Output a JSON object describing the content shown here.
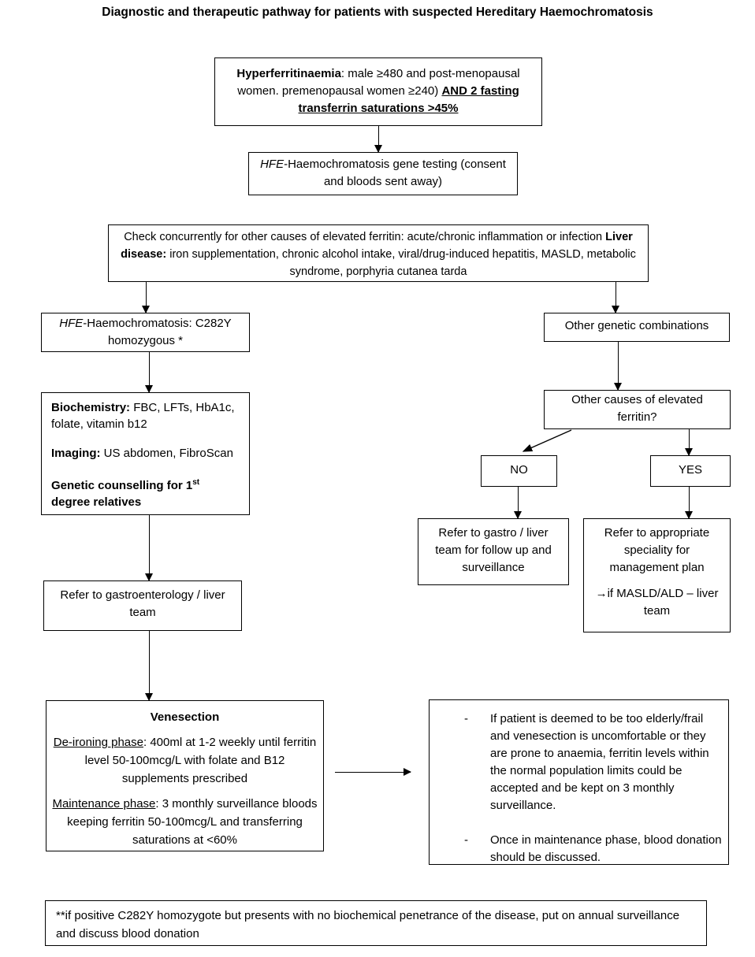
{
  "title": "Diagnostic and therapeutic pathway for patients with suspected Hereditary Haemochromatosis",
  "flowchart": {
    "hyperferritinaemia": {
      "term": "Hyperferritinaemia",
      "criteria": ": male ≥480 and post-menopausal women. premenopausal women ≥240) ",
      "emphasis": "AND 2 fasting transferrin saturations >45%"
    },
    "gene_testing": {
      "gene": "HFE",
      "text": "-Haemochromatosis gene testing (consent and bloods sent away)"
    },
    "concurrent_check": {
      "line1": "Check concurrently for other causes of elevated ferritin: acute/chronic inflammation or infection",
      "liver_label": "Liver disease:",
      "liver_text": " iron supplementation, chronic alcohol intake, viral/drug-induced hepatitis, MASLD, metabolic syndrome, porphyria cutanea tarda"
    },
    "c282y": {
      "gene": "HFE",
      "text": "-Haemochromatosis: C282Y homozygous *"
    },
    "other_genetic": {
      "text": "Other genetic combinations"
    },
    "biochemistry": {
      "bio_label": "Biochemistry:",
      "bio_text": " FBC, LFTs, HbA1c, folate, vitamin b12",
      "imaging_label": "Imaging:",
      "imaging_text": " US abdomen, FibroScan",
      "genetic_pre": "Genetic counselling for 1",
      "genetic_sup": "st",
      "genetic_post": " degree relatives"
    },
    "other_causes": {
      "text": "Other causes of elevated ferritin?"
    },
    "decision_no": "NO",
    "decision_yes": "YES",
    "refer_gastro": {
      "text": "Refer to gastro / liver team for follow up and surveillance"
    },
    "refer_speciality": {
      "line1": "Refer to appropriate speciality for management plan",
      "line2": "→if MASLD/ALD – liver team"
    },
    "refer_gastroenterology": {
      "text": "Refer to gastroenterology / liver team"
    },
    "venesection": {
      "heading": "Venesection",
      "deironing_label": "De-ironing phase",
      "deironing_text": ": 400ml at 1-2 weekly until ferritin level 50-100mcg/L with folate and B12 supplements prescribed",
      "maintenance_label": "Maintenance phase",
      "maintenance_text": ": 3 monthly surveillance bloods keeping ferritin 50-100mcg/L and transferring saturations at <60%"
    },
    "elderly_note": {
      "bullet_marker": "-",
      "bullet1": "If patient is deemed to be too elderly/frail and venesection is uncomfortable or they are prone to anaemia, ferritin levels within the normal population limits could be accepted and be kept on 3 monthly surveillance.",
      "bullet2": "Once in maintenance phase, blood donation should be discussed."
    },
    "footnote": {
      "text": "**if positive C282Y homozygote but presents with no biochemical penetrance of the disease, put on annual surveillance and discuss blood donation"
    }
  }
}
